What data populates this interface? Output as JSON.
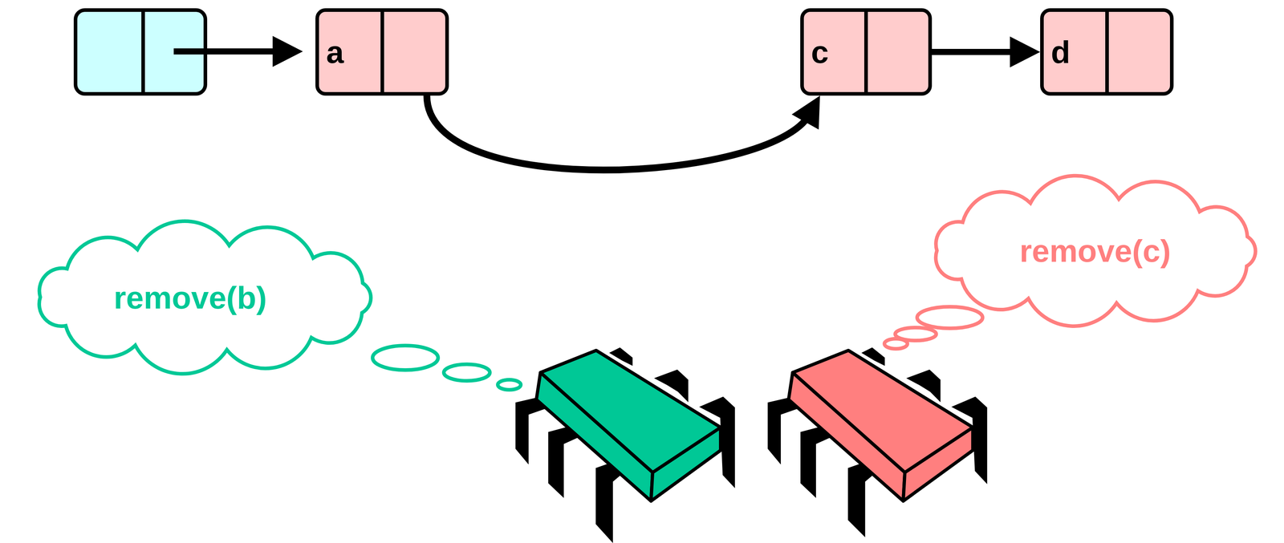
{
  "diagram": {
    "nodes": [
      {
        "text": [
          "a"
        ]
      },
      {
        "text": [
          "c"
        ]
      },
      {
        "text": [
          "d"
        ]
      },
      {
        "text": [
          "remove(b)"
        ]
      },
      {
        "text": [
          "remove(c)"
        ]
      }
    ],
    "edges": [
      {
        "from": 0,
        "to": 1,
        "arrow": "to"
      },
      {
        "from": 1,
        "to": 2,
        "arrow": "to"
      }
    ]
  }
}
